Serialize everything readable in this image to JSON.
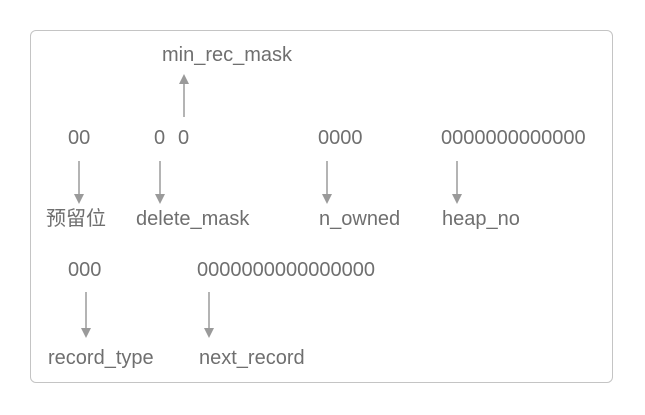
{
  "diagram": {
    "top_label": "min_rec_mask",
    "bits": {
      "reserved": "00",
      "delete_flag": "0",
      "min_rec_flag": "0",
      "owned": "0000",
      "heap": "0000000000000",
      "type": "000",
      "next": "0000000000000000"
    },
    "fields": {
      "reserved": "预留位",
      "delete_mask": "delete_mask",
      "n_owned": "n_owned",
      "heap_no": "heap_no",
      "record_type": "record_type",
      "next_record": "next_record"
    },
    "colors": {
      "text": "#6f6f6f",
      "arrow": "#9a9a9a",
      "border": "#c4c4c4"
    }
  }
}
